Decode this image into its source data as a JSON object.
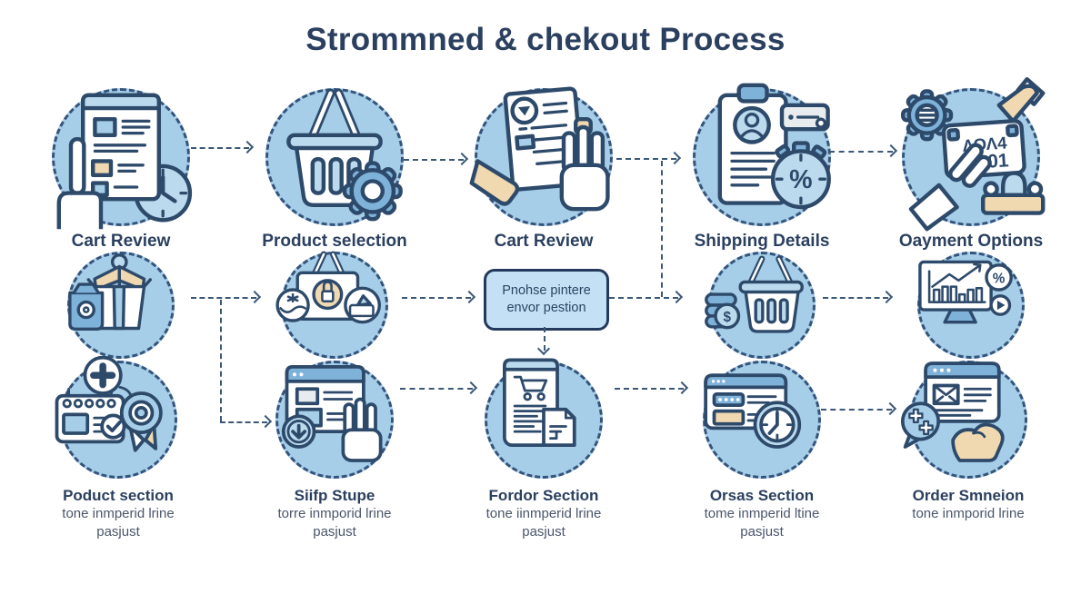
{
  "title": "Strommned & chekout Process",
  "row1": [
    {
      "label": "Cart Review",
      "icon": "document-review-clock-icon"
    },
    {
      "label": "Product selection",
      "icon": "basket-gear-icon"
    },
    {
      "label": "Cart Review",
      "icon": "checklist-hands-icon"
    },
    {
      "label": "Shipping Details",
      "icon": "clipboard-discount-icon"
    },
    {
      "label": "Oayment Options",
      "icon": "credit-card-payment-icon",
      "card_line1": "ΛΟΛ4",
      "card_line2": "201"
    }
  ],
  "row2": {
    "icons": [
      "open-package-icon",
      "shopping-bag-lock-icon",
      "note-box",
      "basket-coins-icon",
      "analytics-monitor-icon"
    ]
  },
  "note_box": {
    "line1": "Pnohse pintere",
    "line2": "envor pestion"
  },
  "row3": [
    {
      "label": "Poduct section",
      "sub1": "tone inmperid lrine",
      "sub2": "pasjust",
      "icon": "calendar-award-icon"
    },
    {
      "label": "Siifp Stupe",
      "sub1": "torre inmporid lrine",
      "sub2": "pasjust",
      "icon": "download-page-icon"
    },
    {
      "label": "Fordor Section",
      "sub1": "tone iinmperid lrine",
      "sub2": "pasjust",
      "icon": "order-document-icon"
    },
    {
      "label": "Orsas Section",
      "sub1": "tome inmperid ltine",
      "sub2": "pasjust",
      "icon": "payment-form-clock-icon"
    },
    {
      "label": "Order Smneion",
      "sub1": "tone inmporid lrine",
      "sub2": "",
      "icon": "order-confirmation-chat-icon"
    }
  ],
  "icon_glyphs": {
    "percent": "%",
    "dollar": "$"
  },
  "colors": {
    "background": "#ffffff",
    "title_text": "#2b3f5f",
    "label_text": "#2b3f5f",
    "sub_text": "#4a566b",
    "circle_fill": "#a7cee9",
    "dash_stroke": "#35547c",
    "icon_stroke": "#2e4a6b",
    "icon_light_blue": "#bcdaee",
    "icon_mid_blue": "#7fb2d9",
    "icon_tan": "#f0d8b0",
    "note_box_fill": "#c3e0f4"
  }
}
